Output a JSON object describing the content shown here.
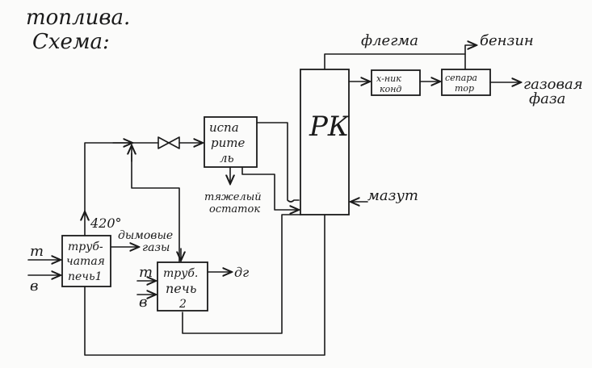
{
  "header": {
    "line1": "топлива.",
    "line2": "Схема:"
  },
  "blocks": {
    "rk": "РК",
    "condenser_1": "х-ник",
    "condenser_2": "конд",
    "separator_1": "сепара",
    "separator_2": "тор",
    "evaporator_1": "испа",
    "evaporator_2": "рите",
    "evaporator_3": "ль",
    "furnace1_1": "труб-",
    "furnace1_2": "чатая",
    "furnace1_3": "печь1",
    "furnace2_1": "труб.",
    "furnace2_2": "печь",
    "furnace2_3": "2"
  },
  "streams": {
    "reflux": "флегма",
    "gasoline": "бензин",
    "gas_phase_1": "газовая",
    "gas_phase_2": "фаза",
    "fuel_oil": "мазут",
    "heavy_residue_1": "тяжелый",
    "heavy_residue_2": "остаток",
    "temperature": "420°",
    "flue_gas_1": "дымовые",
    "flue_gas_2": "газы",
    "t_input_1": "т",
    "b_input_1": "в",
    "t_input_2": "т",
    "b_input_2": "в",
    "dg": "дг"
  }
}
